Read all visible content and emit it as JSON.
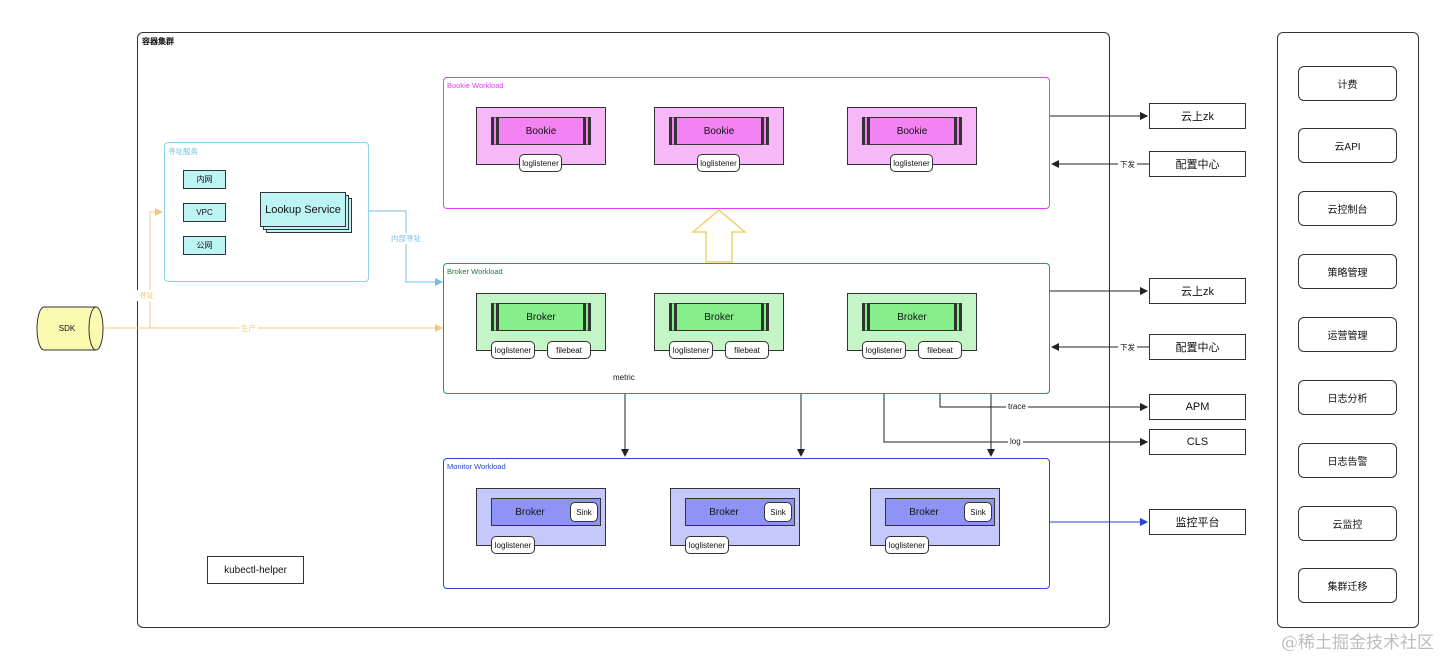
{
  "cluster": {
    "title": "容器集群"
  },
  "bookie": {
    "title": "Bookie Workload",
    "nodes": [
      {
        "label": "Bookie",
        "sidecar": "loglistener"
      },
      {
        "label": "Bookie",
        "sidecar": "loglistener"
      },
      {
        "label": "Bookie",
        "sidecar": "loglistener"
      }
    ]
  },
  "broker": {
    "title": "Broker Workload",
    "nodes": [
      {
        "label": "Broker",
        "sidecar1": "loglistener",
        "sidecar2": "filebeat"
      },
      {
        "label": "Broker",
        "sidecar1": "loglistener",
        "sidecar2": "filebeat"
      },
      {
        "label": "Broker",
        "sidecar1": "loglistener",
        "sidecar2": "filebeat"
      }
    ]
  },
  "monitor": {
    "title": "Monitor Workload",
    "nodes": [
      {
        "label": "Broker",
        "sink": "Sink",
        "sidecar": "loglistener"
      },
      {
        "label": "Broker",
        "sink": "Sink",
        "sidecar": "loglistener"
      },
      {
        "label": "Broker",
        "sink": "Sink",
        "sidecar": "loglistener"
      }
    ]
  },
  "lookup": {
    "title": "寻址服务",
    "service": "Lookup Service",
    "inputs": [
      "内网",
      "VPC",
      "公网"
    ]
  },
  "sdk": {
    "label": "SDK"
  },
  "kubectl": {
    "label": "kubectl-helper"
  },
  "external": {
    "zk1": "云上zk",
    "config1": "配置中心",
    "zk2": "云上zk",
    "config2": "配置中心",
    "apm": "APM",
    "cls": "CLS",
    "monitor": "监控平台"
  },
  "edges": {
    "internal_addr": "内部寻址",
    "addressing": "寻址",
    "produce": "生产",
    "dispatch1": "下发",
    "dispatch2": "下发",
    "metric": "metric",
    "trace": "trace",
    "log": "log"
  },
  "right_panel": {
    "items": [
      "计费",
      "云API",
      "云控制台",
      "策略管理",
      "运营管理",
      "日志分析",
      "日志告警",
      "云监控",
      "集群迁移"
    ]
  },
  "watermark": "@稀土掘金技术社区",
  "colors": {
    "bookie_border": "#e040fb",
    "bookie_fill": "#f7b8f7",
    "bookie_inner": "#f383f3",
    "broker_border": "#2e9b55",
    "broker_fill": "#c3f5c7",
    "broker_inner": "#86ef8c",
    "monitor_border": "#2a43d6",
    "monitor_fill": "#c4c8fb",
    "monitor_inner": "#8e93f5",
    "lookup_border": "#8fd3ef",
    "lookup_fill": "#bdf5f5",
    "sdk_fill": "#fafab0",
    "orange_line": "#f5c77e",
    "blue_line": "#6ec1e8",
    "up_arrow": "#f1d36b"
  }
}
